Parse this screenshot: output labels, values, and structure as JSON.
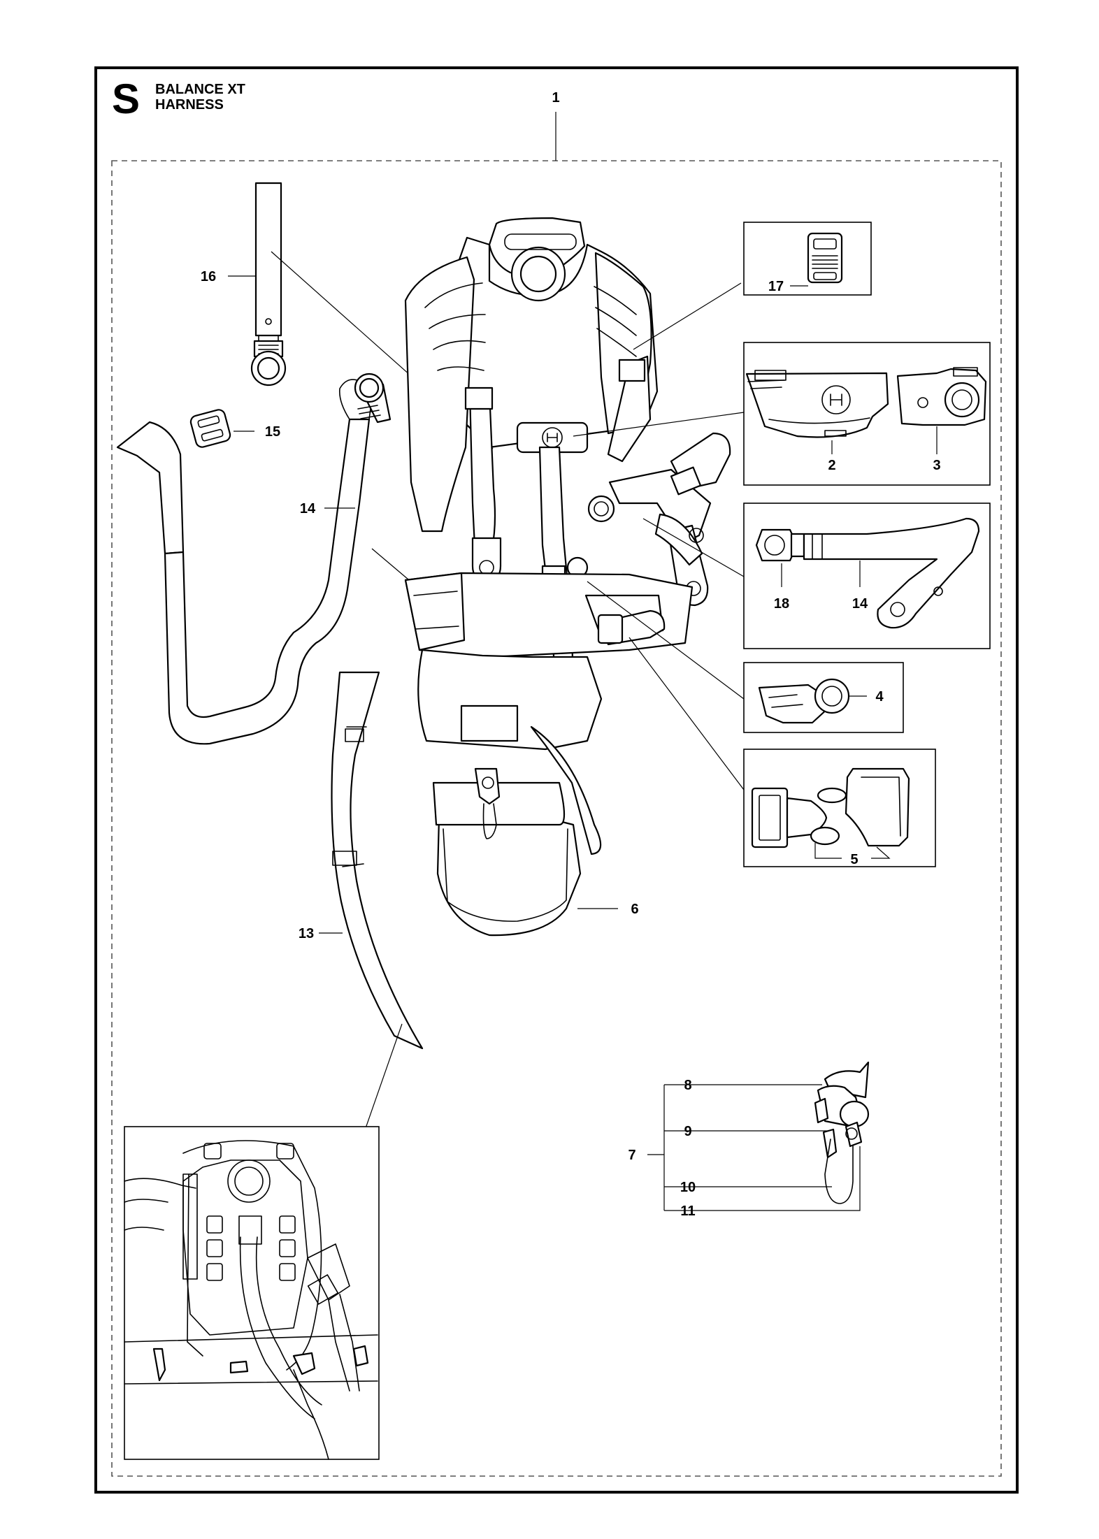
{
  "header": {
    "section_letter": "S",
    "title_line1": "BALANCE XT",
    "title_line2": "HARNESS"
  },
  "callouts": {
    "c1": "1",
    "c2": "2",
    "c3": "3",
    "c4": "4",
    "c5": "5",
    "c6": "6",
    "c7": "7",
    "c8": "8",
    "c9": "9",
    "c10": "10",
    "c11": "11",
    "c13": "13",
    "c14a": "14",
    "c14b": "14",
    "c15": "15",
    "c16": "16",
    "c17": "17",
    "c18": "18"
  }
}
